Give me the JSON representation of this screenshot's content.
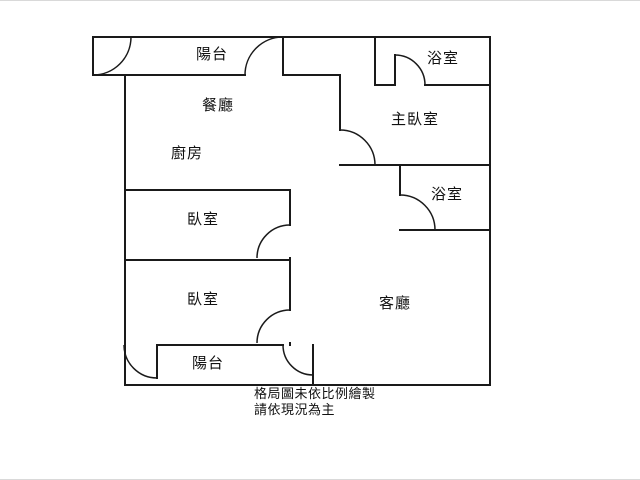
{
  "canvas": {
    "background": "#ffffff",
    "wall_color": "#1a1a1a",
    "text_color": "#111111"
  },
  "floorplan": {
    "rooms": {
      "balcony_top": {
        "label": "陽台"
      },
      "bathroom_top": {
        "label": "浴室"
      },
      "dining_room": {
        "label": "餐廳"
      },
      "master_bedroom": {
        "label": "主臥室"
      },
      "kitchen": {
        "label": "廚房"
      },
      "bathroom_mid": {
        "label": "浴室"
      },
      "bedroom_upper": {
        "label": "臥室"
      },
      "bedroom_lower": {
        "label": "臥室"
      },
      "living_room": {
        "label": "客廳"
      },
      "balcony_bottom": {
        "label": "陽台"
      }
    },
    "disclaimer": {
      "line1": "格局圖未依比例繪製",
      "line2": "請依現況為主"
    }
  }
}
